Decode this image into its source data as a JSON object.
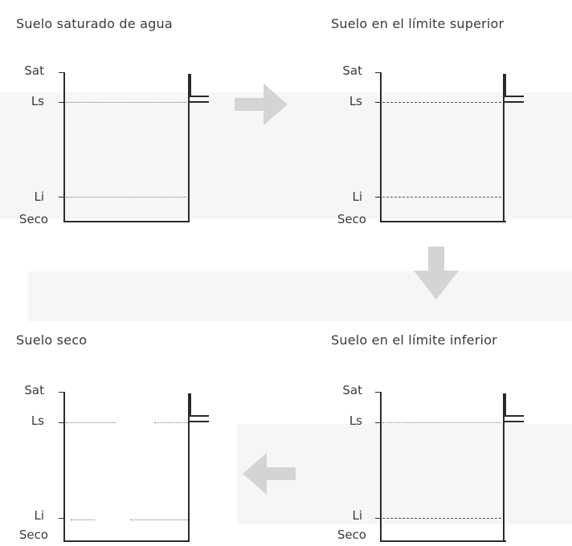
{
  "panels": [
    {
      "id": "saturated",
      "title": "Suelo saturado de agua",
      "labels": {
        "sat": "Sat",
        "ls": "Ls",
        "li": "Li",
        "seco": "Seco"
      }
    },
    {
      "id": "upper-limit",
      "title": "Suelo en el límite superior",
      "labels": {
        "sat": "Sat",
        "ls": "Ls",
        "li": "Li",
        "seco": "Seco"
      }
    },
    {
      "id": "lower-limit",
      "title": "Suelo en el límite inferior",
      "labels": {
        "sat": "Sat",
        "ls": "Ls",
        "li": "Li",
        "seco": "Seco"
      }
    },
    {
      "id": "dry",
      "title": "Suelo seco",
      "labels": {
        "sat": "Sat",
        "ls": "Ls",
        "li": "Li",
        "seco": "Seco"
      }
    }
  ],
  "arrows": [
    "arrow-right",
    "arrow-down",
    "arrow-left"
  ],
  "colors": {
    "arrow": "#d4d4d4",
    "band": "#f6f6f6",
    "line": "#2a2a2a"
  }
}
